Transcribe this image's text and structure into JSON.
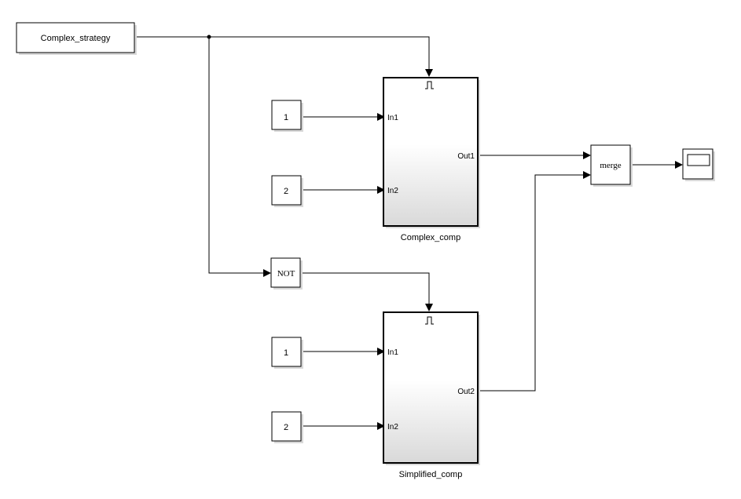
{
  "blocks": {
    "complex_strategy": {
      "label": "Complex_strategy"
    },
    "const_top_1": {
      "value": "1"
    },
    "const_top_2": {
      "value": "2"
    },
    "const_bot_1": {
      "value": "1"
    },
    "const_bot_2": {
      "value": "2"
    },
    "not_gate": {
      "label": "NOT"
    },
    "merge": {
      "label": "merge"
    },
    "complex_comp": {
      "name": "Complex_comp",
      "in1": "In1",
      "in2": "In2",
      "out": "Out1"
    },
    "simplified_comp": {
      "name": "Simplified_comp",
      "in1": "In1",
      "in2": "In2",
      "out": "Out2"
    },
    "scope": {
      "icon": "scope-icon"
    }
  },
  "colors": {
    "subsystem_gradient_top": "#ffffff",
    "subsystem_gradient_bottom": "#d9d9d9"
  }
}
